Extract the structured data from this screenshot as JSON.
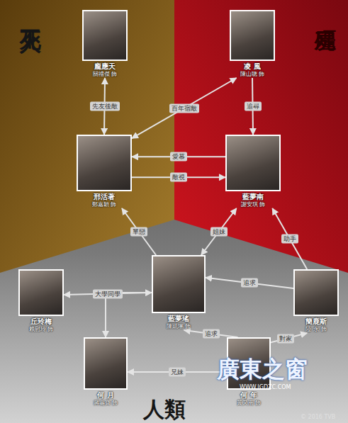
{
  "diagram": {
    "nodes": [
      {
        "text": [
          "龐應天",
          "關禮傑 飾"
        ]
      },
      {
        "text": [
          "凌 風",
          "陳山聰 飾"
        ]
      },
      {
        "text": [
          "邢活著",
          "鄭嘉穎 飾"
        ]
      },
      {
        "text": [
          "藍夢南",
          "謝安琪 飾"
        ]
      },
      {
        "text": [
          "丘玲梅",
          "賴慰玲 飾"
        ]
      },
      {
        "text": [
          "藍夢瑤",
          "陳凱琳 飾"
        ]
      },
      {
        "text": [
          "簡鹿斯",
          "陸 永 飾"
        ]
      },
      {
        "text": [
          "何 月",
          "蔣嘉寶 飾"
        ]
      },
      {
        "text": [
          "何 年",
          "黃又南 飾"
        ]
      }
    ],
    "edges": [
      {
        "from": 0,
        "to": 2,
        "label": "先友後敵",
        "arrow": "both"
      },
      {
        "from": 1,
        "to": 2,
        "label": "百年宿敵",
        "arrow": "both"
      },
      {
        "from": 1,
        "to": 3,
        "label": "追尋",
        "arrow": "to"
      },
      {
        "from": 3,
        "to": 2,
        "label": "愛慕",
        "arrow": "to"
      },
      {
        "from": 2,
        "to": 3,
        "label": "敵視",
        "arrow": "to"
      },
      {
        "from": 5,
        "to": 2,
        "label": "單戀",
        "arrow": "to"
      },
      {
        "from": 5,
        "to": 3,
        "label": "姐妹",
        "arrow": "both"
      },
      {
        "from": 6,
        "to": 3,
        "label": "助手",
        "arrow": "to"
      },
      {
        "from": 6,
        "to": 5,
        "label": "追求",
        "arrow": "to"
      },
      {
        "from": 4,
        "to": 5,
        "label": "大學同學",
        "arrow": "both"
      },
      {
        "from": 5,
        "to": 7,
        "arrow": "to"
      },
      {
        "from": 8,
        "to": 5,
        "label": "追求",
        "arrow": "to"
      },
      {
        "from": 6,
        "to": 8,
        "label": "對家",
        "arrow": "both"
      },
      {
        "from": 8,
        "to": 7,
        "label": "兄妹",
        "arrow": "to"
      }
    ],
    "labels": [
      "不死人",
      "殭屍",
      "人類",
      "廣東之窗",
      "WWW.IGDZC.COM",
      "© 2016 TVB"
    ]
  }
}
